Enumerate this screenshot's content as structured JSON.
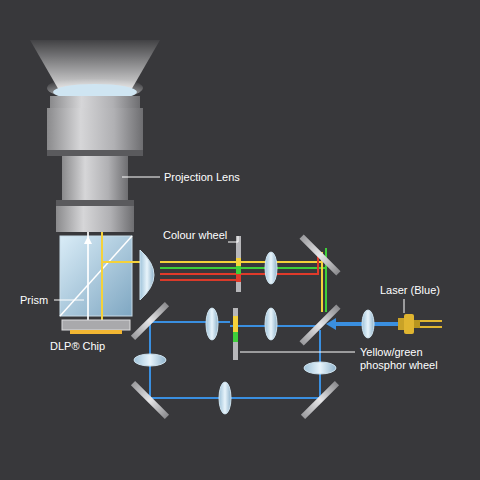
{
  "diagram": {
    "labels": [
      "Projection Lens",
      "Colour wheel",
      "Prism",
      "Laser (Blue)",
      "DLP® Chip",
      "Yellow/green phosphor wheel"
    ]
  }
}
